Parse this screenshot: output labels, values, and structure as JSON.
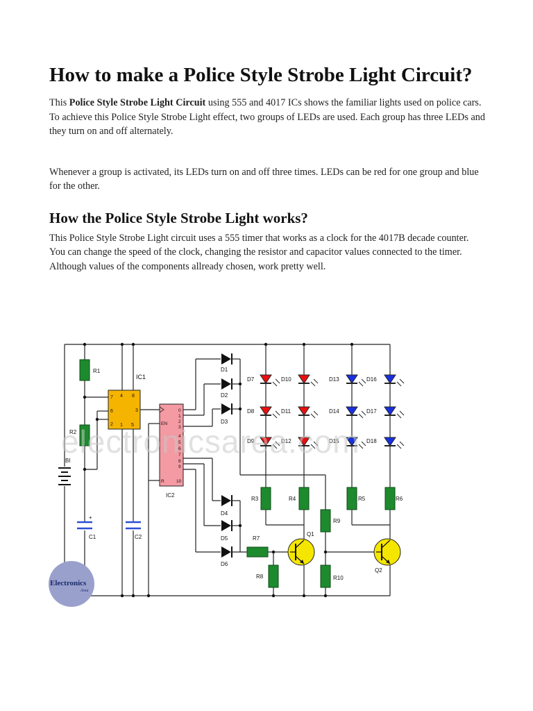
{
  "article": {
    "title": "How to make a Police Style Strobe Light Circuit?",
    "intro_lead": "This ",
    "intro_bold": "Police Style Strobe Light Circuit",
    "intro_rest": " using 555 and 4017 ICs shows the familiar lights used on police cars. To achieve this Police Style Strobe Light effect, two groups of LEDs are used. Each group has three LEDs and they turn on and off alternately.",
    "para2": "Whenever a group is activated, its LEDs turn on and off three times. LEDs can be red for one group and blue for the other.",
    "section_heading": "How the Police Style Strobe Light works?",
    "para3": "This Police Style Strobe Light circuit uses a 555 timer that works as a clock for the 4017B decade counter. You can change the speed of the clock, changing the resistor and capacitor values connected to the timer. Although values of the components allready chosen, work pretty well."
  },
  "circuit": {
    "watermark": "electronicsarea.com",
    "logo_text": "Electronics",
    "logo_sub": "Area",
    "labels": {
      "R1": "R1",
      "R2": "R2",
      "R3": "R3",
      "R4": "R4",
      "R5": "R5",
      "R6": "R6",
      "R7": "R7",
      "R8": "R8",
      "R9": "R9",
      "R10": "R10",
      "IC1": "IC1",
      "IC2": "IC2",
      "B1": "BI",
      "C1": "C1",
      "C2": "C2",
      "Q1": "Q1",
      "Q2": "Q2",
      "D1": "D1",
      "D2": "D2",
      "D3": "D3",
      "D4": "D4",
      "D5": "D5",
      "D6": "D6",
      "D7": "D7",
      "D8": "D8",
      "D9": "D9",
      "D10": "D10",
      "D11": "D11",
      "D12": "D12",
      "D13": "D13",
      "D14": "D14",
      "D15": "D15",
      "D16": "D16",
      "D17": "D17",
      "D18": "D18",
      "EN": "EN",
      "R": "R"
    },
    "ic1_pins": [
      "7",
      "4",
      "8",
      "6",
      "3",
      "2",
      "1",
      "5"
    ],
    "ic2_pins": [
      "0",
      "1",
      "2",
      "3",
      "4",
      "5",
      "6",
      "7",
      "8",
      "9",
      "10"
    ],
    "colors": {
      "wire": "#222222",
      "resistor": "#1e8a2e",
      "ic1": "#f5b400",
      "ic2": "#f49aa3",
      "cap": "#2a4fd6",
      "led_red": "#e81010",
      "led_blue": "#1830e0",
      "transistor": "#f5e600",
      "logo": "#9aa0cc"
    }
  }
}
